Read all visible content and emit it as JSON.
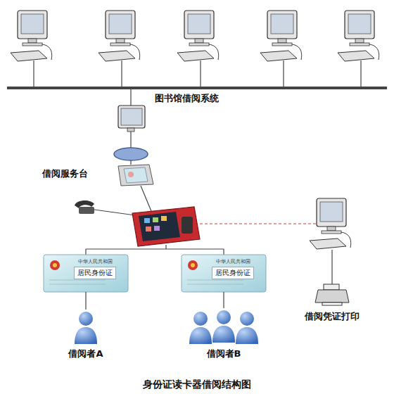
{
  "diagram": {
    "caption": "身份证读卡器借阅结构图",
    "nodes": [
      {
        "text": [
          "借阅服务台"
        ]
      },
      {
        "text": [
          "中华人民共和国",
          "居民身份证"
        ]
      },
      {
        "text": [
          "中华人民共和国",
          "居民身份证"
        ]
      },
      {
        "text": [
          "借阅者A"
        ]
      },
      {
        "text": [
          "借阅者B"
        ]
      },
      {
        "text": [
          "借阅凭证打印"
        ]
      }
    ],
    "edges": [
      {
        "from": 1,
        "to": 3,
        "arrow": "none"
      },
      {
        "from": 2,
        "to": 4,
        "arrow": "none"
      }
    ],
    "labels": [
      "图书馆借阅系统"
    ]
  }
}
